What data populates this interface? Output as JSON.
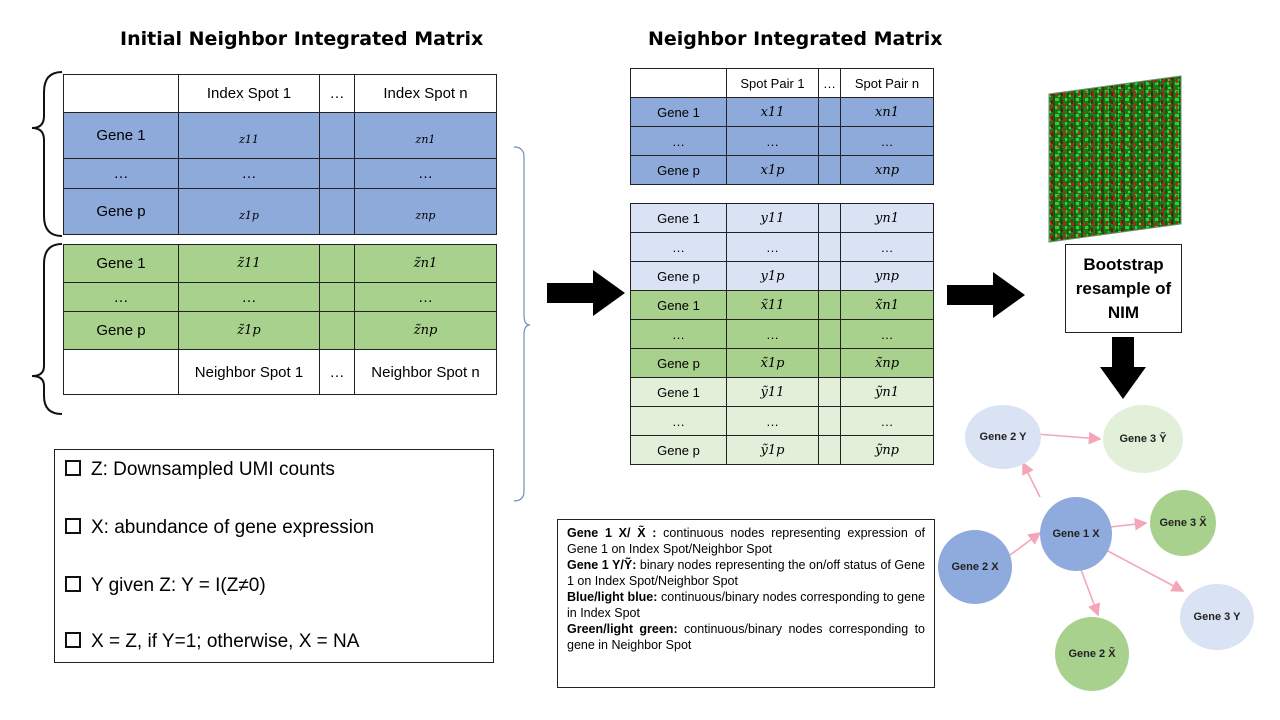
{
  "left_title": "Initial Neighbor Integrated Matrix",
  "center_title": "Neighbor Integrated Matrix",
  "initial_matrix": {
    "header": [
      "",
      "Index Spot 1",
      "…",
      "Index Spot n"
    ],
    "blue_rows": [
      [
        "Gene 1",
        "z11",
        "",
        "zn1"
      ],
      [
        "…",
        "…",
        "",
        "…"
      ],
      [
        "Gene p",
        "z1p",
        "",
        "znp"
      ]
    ],
    "green_rows": [
      [
        "Gene 1",
        "z̃11",
        "",
        "z̃n1"
      ],
      [
        "…",
        "…",
        "",
        "…"
      ],
      [
        "Gene p",
        "z̃1p",
        "",
        "z̃np"
      ]
    ],
    "footer": [
      "",
      "Neighbor Spot 1",
      "…",
      "Neighbor Spot n"
    ]
  },
  "nim": {
    "header": [
      "",
      "Spot Pair 1",
      "…",
      "Spot Pair n"
    ],
    "blue_rows": [
      [
        "Gene 1",
        "x11",
        "",
        "xn1"
      ],
      [
        "…",
        "…",
        "",
        "…"
      ],
      [
        "Gene p",
        "x1p",
        "",
        "xnp"
      ]
    ],
    "lblue_rows": [
      [
        "Gene 1",
        "y11",
        "",
        "yn1"
      ],
      [
        "…",
        "…",
        "",
        "…"
      ],
      [
        "Gene p",
        "y1p",
        "",
        "ynp"
      ]
    ],
    "green_rows": [
      [
        "Gene 1",
        "x̃11",
        "",
        "x̃n1"
      ],
      [
        "…",
        "…",
        "",
        "…"
      ],
      [
        "Gene p",
        "x̃1p",
        "",
        "x̃np"
      ]
    ],
    "lgreen_rows": [
      [
        "Gene 1",
        "ỹ11",
        "",
        "ỹn1"
      ],
      [
        "…",
        "…",
        "",
        "…"
      ],
      [
        "Gene p",
        "ỹ1p",
        "",
        "ỹnp"
      ]
    ]
  },
  "legend_definitions": [
    "Z: Downsampled UMI counts",
    "X: abundance of gene expression",
    "Y given Z: Y = I(Z≠0)",
    "X = Z, if Y=1; otherwise, X = NA"
  ],
  "bootstrap_label": "Bootstrap resample of NIM",
  "node_legend": [
    {
      "bold": "Gene 1 X/ X̃ :",
      "text": " continuous nodes representing expression of Gene 1 on Index Spot/Neighbor Spot"
    },
    {
      "bold": "Gene 1 Y/Ỹ:",
      "text": " binary nodes representing the on/off status of Gene 1 on Index Spot/Neighbor Spot"
    },
    {
      "bold": "Blue/light blue:",
      "text": " continuous/binary nodes corresponding to gene in Index Spot"
    },
    {
      "bold": "Green/light green:",
      "text": " continuous/binary nodes corresponding to gene in Neighbor Spot"
    }
  ],
  "network_nodes": [
    {
      "id": "g1x",
      "label": "Gene 1 X",
      "color": "#8faadc"
    },
    {
      "id": "g2x",
      "label": "Gene 2 X",
      "color": "#8faadc"
    },
    {
      "id": "g2y",
      "label": "Gene 2 Y",
      "color": "#dae3f3"
    },
    {
      "id": "g3yt",
      "label": "Gene 3 Ỹ",
      "color": "#e2efd9"
    },
    {
      "id": "g3xt",
      "label": "Gene 3 X̃",
      "color": "#a9d18e"
    },
    {
      "id": "g3y",
      "label": "Gene 3 Y",
      "color": "#dae3f3"
    },
    {
      "id": "g2xt",
      "label": "Gene 2 X̃",
      "color": "#a9d18e"
    }
  ],
  "edge_color": "#f4a6b8",
  "colors": {
    "blue": "#8eaadb",
    "light_blue": "#dae3f3",
    "green": "#a9d18e",
    "light_green": "#e2efd9"
  }
}
